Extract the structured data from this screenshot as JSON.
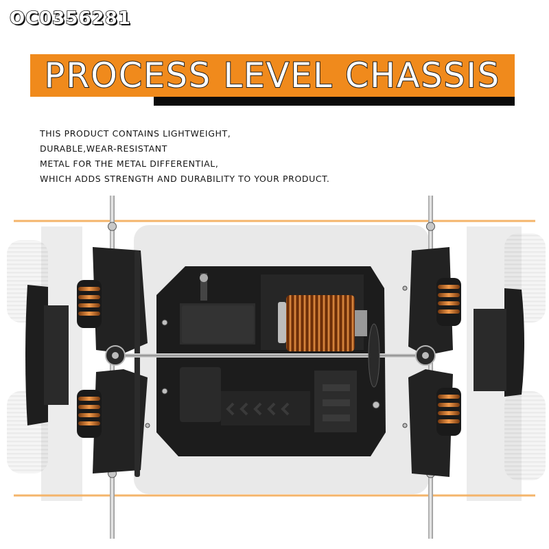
{
  "header": {
    "product_code": "OC0356281",
    "title": "PROCESS LEVEL CHASSIS"
  },
  "description": {
    "lines": [
      "THIS PRODUCT CONTAINS LIGHTWEIGHT,",
      "DURABLE,WEAR-RESISTANT",
      "METAL FOR THE METAL DIFFERENTIAL,",
      "WHICH ADDS STRENGTH AND DURABILITY TO YOUR PRODUCT."
    ]
  },
  "colors": {
    "accent_orange": "#f08a1c",
    "banner_shadow": "#0b0b0b",
    "chassis_black": "#1c1c1c",
    "copper": "#d9762a",
    "background": "#ffffff"
  },
  "image": {
    "subject": "rc-car-chassis-top-view"
  }
}
